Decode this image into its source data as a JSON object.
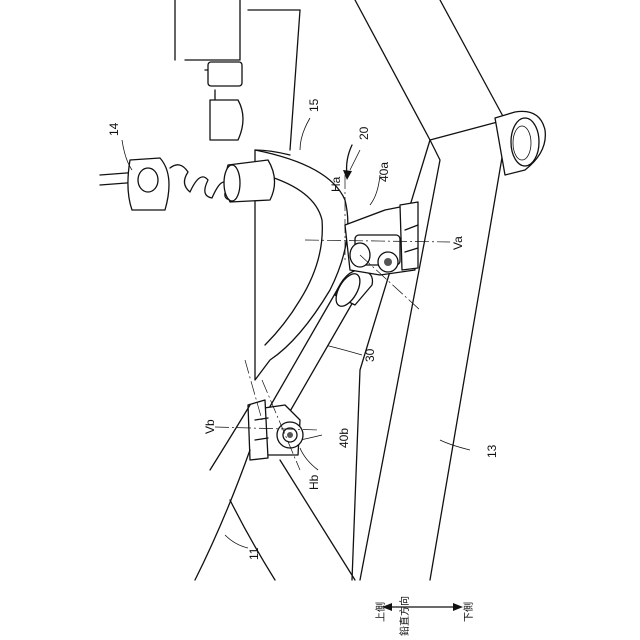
{
  "labels": {
    "ref_14": "14",
    "ref_15": "15",
    "ref_20": "20",
    "ref_40a": "40a",
    "ref_Ha": "Ha",
    "ref_Va": "Va",
    "ref_30": "30",
    "ref_Vb": "Vb",
    "ref_40b": "40b",
    "ref_Hb": "Hb",
    "ref_13": "13",
    "ref_11": "11"
  },
  "direction_legend": {
    "upper": "上側",
    "lower": "下側",
    "caption_lines": [
      "鉛",
      "直",
      "方",
      "向"
    ]
  }
}
